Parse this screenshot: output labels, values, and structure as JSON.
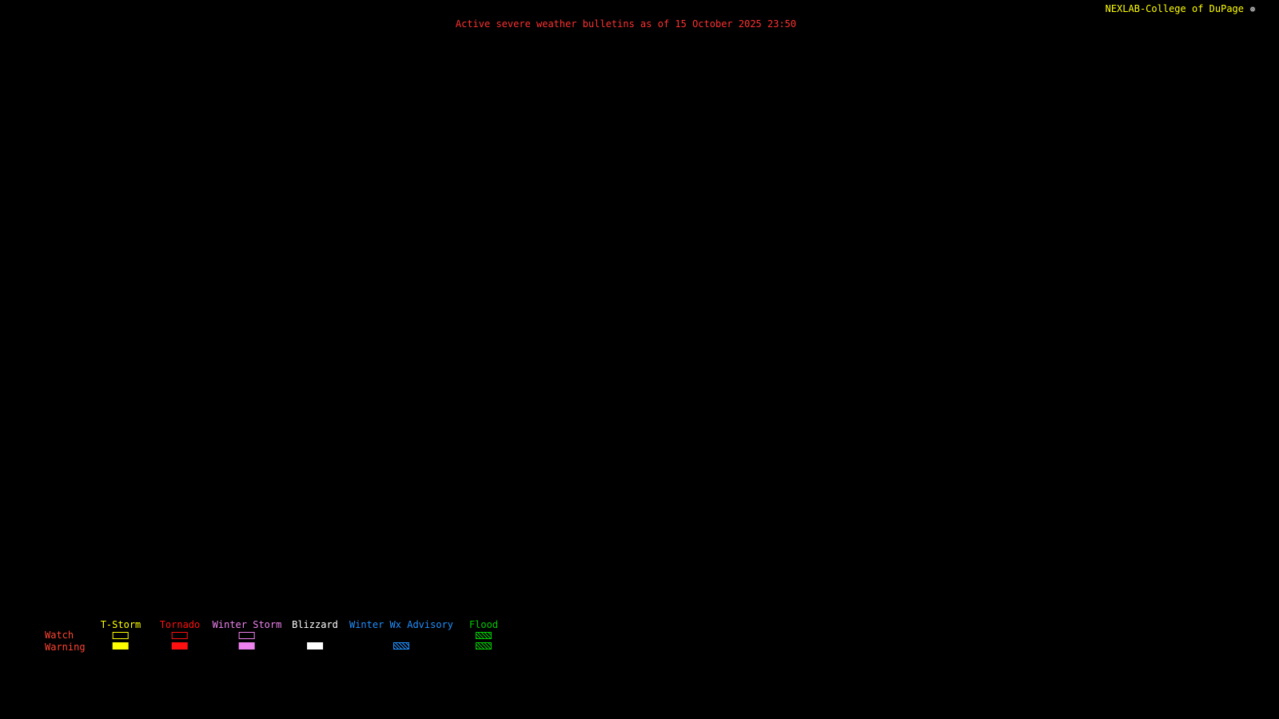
{
  "header": {
    "brand": "NEXLAB-College of DuPage",
    "brand_color": "#ffff00",
    "title": "Active severe weather bulletins as of 15 October 2025 23:50",
    "title_color": "#ff3030"
  },
  "icons": {
    "nexlab_logo": "❅"
  },
  "legend": {
    "watch_label": "Watch",
    "warning_label": "Warning",
    "row_label_color": "#ff4430",
    "columns": [
      {
        "id": "t-storm",
        "label": "T-Storm",
        "color": "#ffff00",
        "watch": "outline",
        "warning": "fill"
      },
      {
        "id": "tornado",
        "label": "Tornado",
        "color": "#ff1010",
        "watch": "outline",
        "warning": "fill"
      },
      {
        "id": "winter-storm",
        "label": "Winter Storm",
        "color": "#ee82ee",
        "watch": "outline",
        "warning": "fill"
      },
      {
        "id": "blizzard",
        "label": "Blizzard",
        "color": "#ffffff",
        "watch": "none",
        "warning": "fill"
      },
      {
        "id": "winter-wx-advisory",
        "label": "Winter Wx Advisory",
        "color": "#2090ff",
        "watch": "none",
        "warning": "hatch"
      },
      {
        "id": "flood",
        "label": "Flood",
        "color": "#00cc00",
        "watch": "hatch",
        "warning": "hatch"
      }
    ]
  },
  "map": {
    "status": ""
  },
  "background_color": "#000000"
}
